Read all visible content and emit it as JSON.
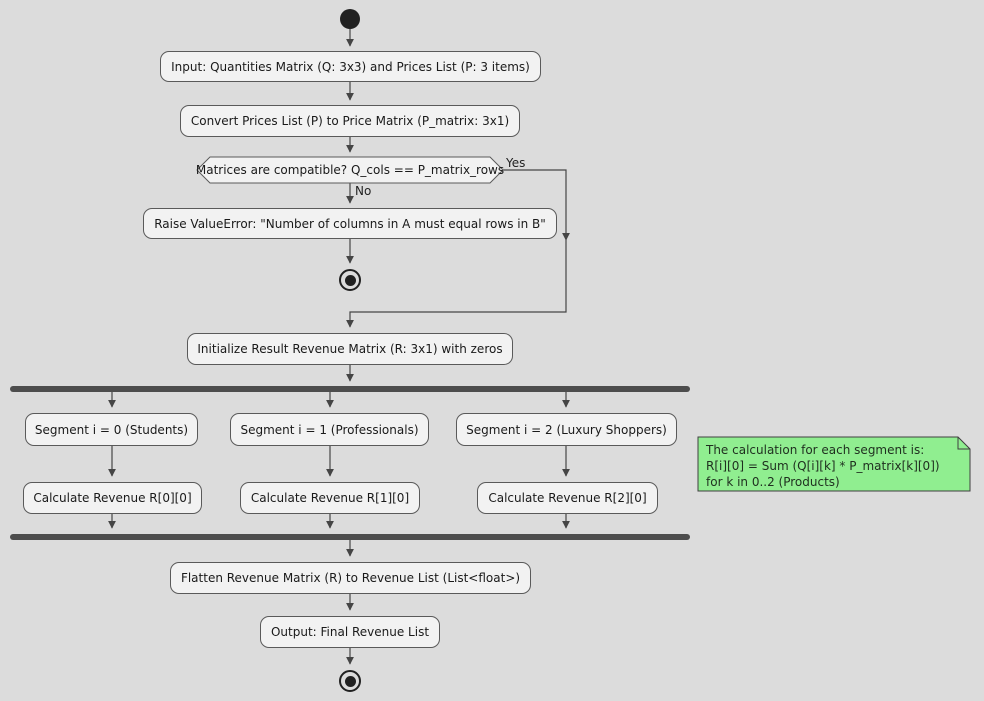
{
  "diagram": {
    "type": "activity-flowchart",
    "nodes": {
      "input": "Input: Quantities Matrix (Q: 3x3) and Prices List (P: 3 items)",
      "convert": "Convert Prices List (P) to Price Matrix (P_matrix: 3x1)",
      "decision": "Matrices are compatible? Q_cols == P_matrix_rows",
      "raise_error": "Raise ValueError: \"Number of columns in A must equal rows in B\"",
      "initialize": "Initialize Result Revenue Matrix (R: 3x1) with zeros",
      "flatten": "Flatten Revenue Matrix (R) to Revenue List (List<float>)",
      "output": "Output: Final Revenue List"
    },
    "branches": [
      {
        "segment": "Segment i = 0 (Students)",
        "calc": "Calculate Revenue R[0][0]"
      },
      {
        "segment": "Segment i = 1 (Professionals)",
        "calc": "Calculate Revenue R[1][0]"
      },
      {
        "segment": "Segment i = 2 (Luxury Shoppers)",
        "calc": "Calculate Revenue R[2][0]"
      }
    ],
    "edge_labels": {
      "yes": "Yes",
      "no": "No"
    },
    "note": {
      "lines": [
        "The calculation for each segment is:",
        "R[i][0] = Sum (Q[i][k] * P_matrix[k][0])",
        "for k in 0..2 (Products)"
      ]
    },
    "colors": {
      "background": "#dcdcdc",
      "node_fill": "#f2f2f2",
      "node_border": "#5a5a5a",
      "line": "#454545",
      "fork_bar": "#4d4d4d",
      "terminal": "#212121",
      "note_fill": "#90ee90",
      "note_border": "#3f3f3f"
    }
  }
}
